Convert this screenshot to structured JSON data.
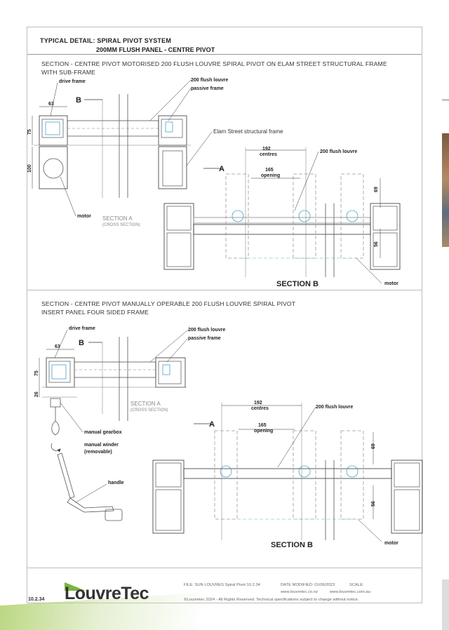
{
  "header": {
    "line1": "TYPICAL DETAIL: SPIRAL PIVOT SYSTEM",
    "line2": "200MM FLUSH PANEL - CENTRE PIVOT"
  },
  "section1": {
    "title_line1": "SECTION - CENTRE PIVOT MOTORISED 200 FLUSH LOUVRE SPIRAL PIVOT ON ELAM STREET STRUCTURAL FRAME",
    "title_line2": "WITH SUB-FRAME",
    "drive_frame": "drive frame",
    "flush_louvre": "200 flush louvre",
    "passive_frame": "passive frame",
    "elam_frame": "Elam Street structural frame",
    "dim_63": "63",
    "dim_75": "75",
    "dim_100": "100",
    "motor": "motor",
    "section_a": "SECTION A",
    "cross_section": "(CROSS SECTION)",
    "marker_b": "B",
    "marker_a": "A",
    "dim_192": "192",
    "centres": "centres",
    "dim_165": "165",
    "opening": "opening",
    "flush_louvre_b": "200 flush louvre",
    "dim_69": "69",
    "dim_56": "56",
    "section_b": "SECTION B",
    "motor_b": "motor"
  },
  "section2": {
    "title_line1": "SECTION - CENTRE PIVOT MANUALLY OPERABLE 200 FLUSH LOUVRE SPIRAL PIVOT",
    "title_line2": "INSERT PANEL FOUR SIDED FRAME",
    "drive_frame": "drive frame",
    "flush_louvre": "200 flush louvre",
    "passive_frame": "passive frame",
    "dim_63": "63",
    "dim_75": "75",
    "dim_26": "26",
    "manual_gearbox": "manual gearbox",
    "manual_winder": "manual winder",
    "removable": "(removable)",
    "handle": "handle",
    "section_a": "SECTION A",
    "cross_section": "(CROSS SECTION)",
    "marker_b": "B",
    "marker_a": "A",
    "dim_192": "192",
    "centres": "centres",
    "dim_165": "165",
    "opening": "opening",
    "flush_louvre_b": "200 flush louvre",
    "dim_69": "69",
    "dim_56": "56",
    "section_b": "SECTION B",
    "motor_b": "motor"
  },
  "footer": {
    "page_number": "10.2.34",
    "logo": "LouvreTec",
    "file": "FILE: SUN LOUVRES Spiral Pivot 10.2.34",
    "date": "DATE MODIFIED: 01/06/2023",
    "scale": "SCALE:",
    "web_nz": "www.louvretec.co.nz",
    "web_au": "www.louvretec.com.au",
    "copyright": "©Louvretec 2024 - All Rights Reserved. Technical specifications subject to change without notice."
  },
  "colors": {
    "brand_green": "#7bb342",
    "line": "#333333",
    "dashed": "#999999",
    "accent_blue": "#4aa0d0"
  }
}
